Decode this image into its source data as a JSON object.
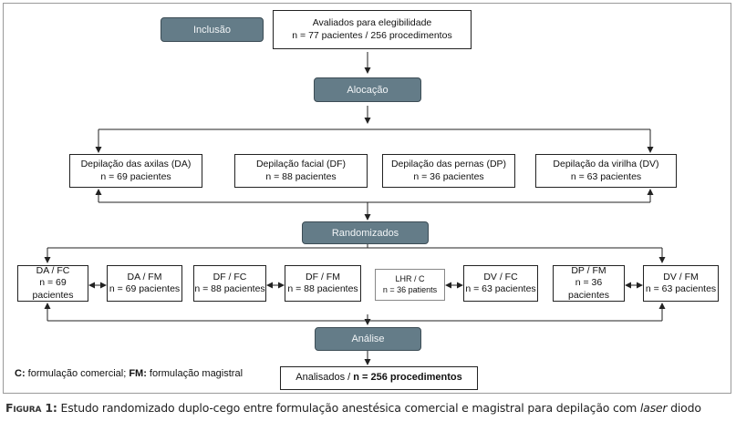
{
  "stages": {
    "inclusion": "Inclusão",
    "allocation": "Alocação",
    "randomized": "Randomizados",
    "analysis": "Análise"
  },
  "top_box": {
    "line1": "Avaliados para elegibilidade",
    "line2": "n = 77 pacientes / 256 procedimentos"
  },
  "allocation_boxes": [
    {
      "line1": "Depilação das axilas (DA)",
      "line2": "n = 69 pacientes"
    },
    {
      "line1": "Depilação facial (DF)",
      "line2": "n = 88 pacientes"
    },
    {
      "line1": "Depilação das pernas (DP)",
      "line2": "n = 36 pacientes"
    },
    {
      "line1": "Depilação da virilha (DV)",
      "line2": "n = 63 pacientes"
    }
  ],
  "random_boxes": [
    {
      "line1": "DA / FC",
      "line2": "n = 69 pacientes"
    },
    {
      "line1": "DA / FM",
      "line2": "n = 69 pacientes"
    },
    {
      "line1": "DF / FC",
      "line2": "n = 88 pacientes"
    },
    {
      "line1": "DF / FM",
      "line2": "n = 88 pacientes"
    },
    {
      "line1": "LHR / C",
      "line2": "n = 36 patients"
    },
    {
      "line1": "DV / FC",
      "line2": "n = 63 pacientes"
    },
    {
      "line1": "DP / FM",
      "line2": "n = 36 pacientes"
    },
    {
      "line1": "DV / FM",
      "line2": "n = 63 pacientes"
    }
  ],
  "final_box": {
    "prefix": "Analisados / ",
    "value": "n = 256 procedimentos"
  },
  "legend": {
    "c_key": "C:",
    "c_text": " formulação comercial; ",
    "fm_key": "FM:",
    "fm_text": " formulação magistral"
  },
  "caption": {
    "label": "Figura 1:",
    "text_before": " Estudo randomizado duplo-cego entre formulação anestésica comercial e magistral para depilação com ",
    "italic": "laser",
    "text_after": " diodo"
  }
}
